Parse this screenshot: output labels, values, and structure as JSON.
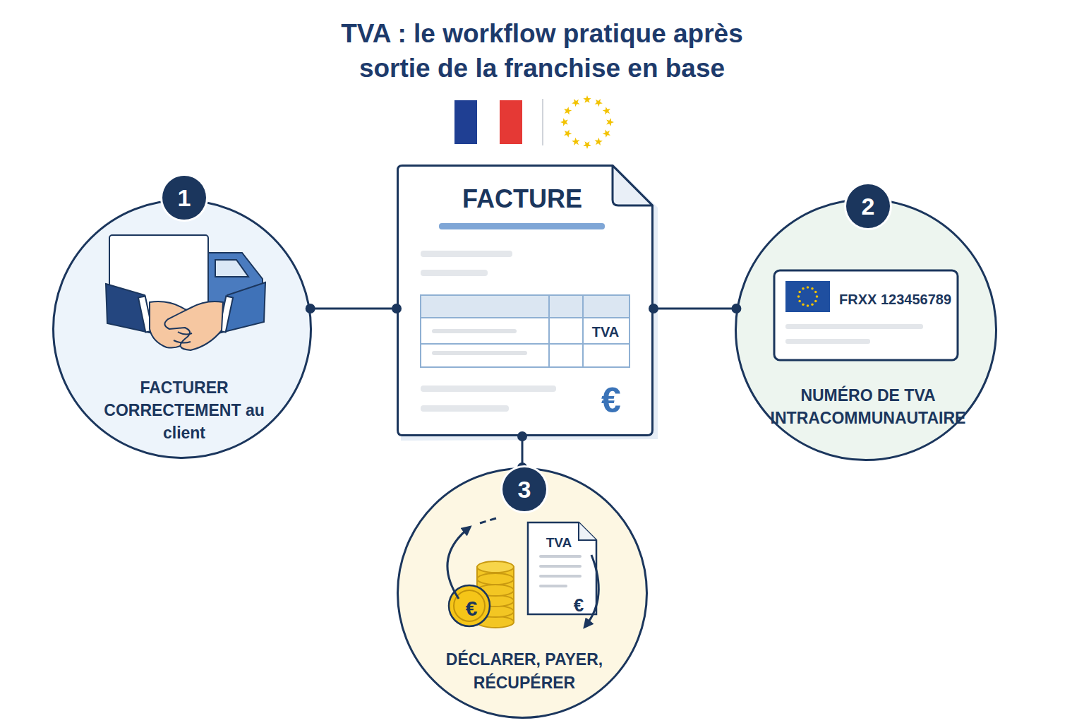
{
  "diagram": {
    "title": "TVA : le workflow pratique après sortie de la franchise en base",
    "nodes": [
      {
        "text": [
          "1",
          "FACTURER CORRECTEMENT au client"
        ]
      },
      {
        "text": [
          "FACTURE",
          "TVA",
          "€"
        ]
      },
      {
        "text": [
          "2",
          "FRXX 123456789",
          "NUMÉRO DE TVA INTRACOMMUNAUTAIRE"
        ]
      },
      {
        "text": [
          "3",
          "€",
          "TVA",
          "€",
          "DÉCLARER, PAYER, RÉCUPÉRER"
        ]
      }
    ],
    "edges": [
      {
        "from": 0,
        "to": 1,
        "arrow": "none"
      },
      {
        "from": 1,
        "to": 2,
        "arrow": "none"
      },
      {
        "from": 1,
        "to": 3,
        "arrow": "none"
      }
    ]
  }
}
